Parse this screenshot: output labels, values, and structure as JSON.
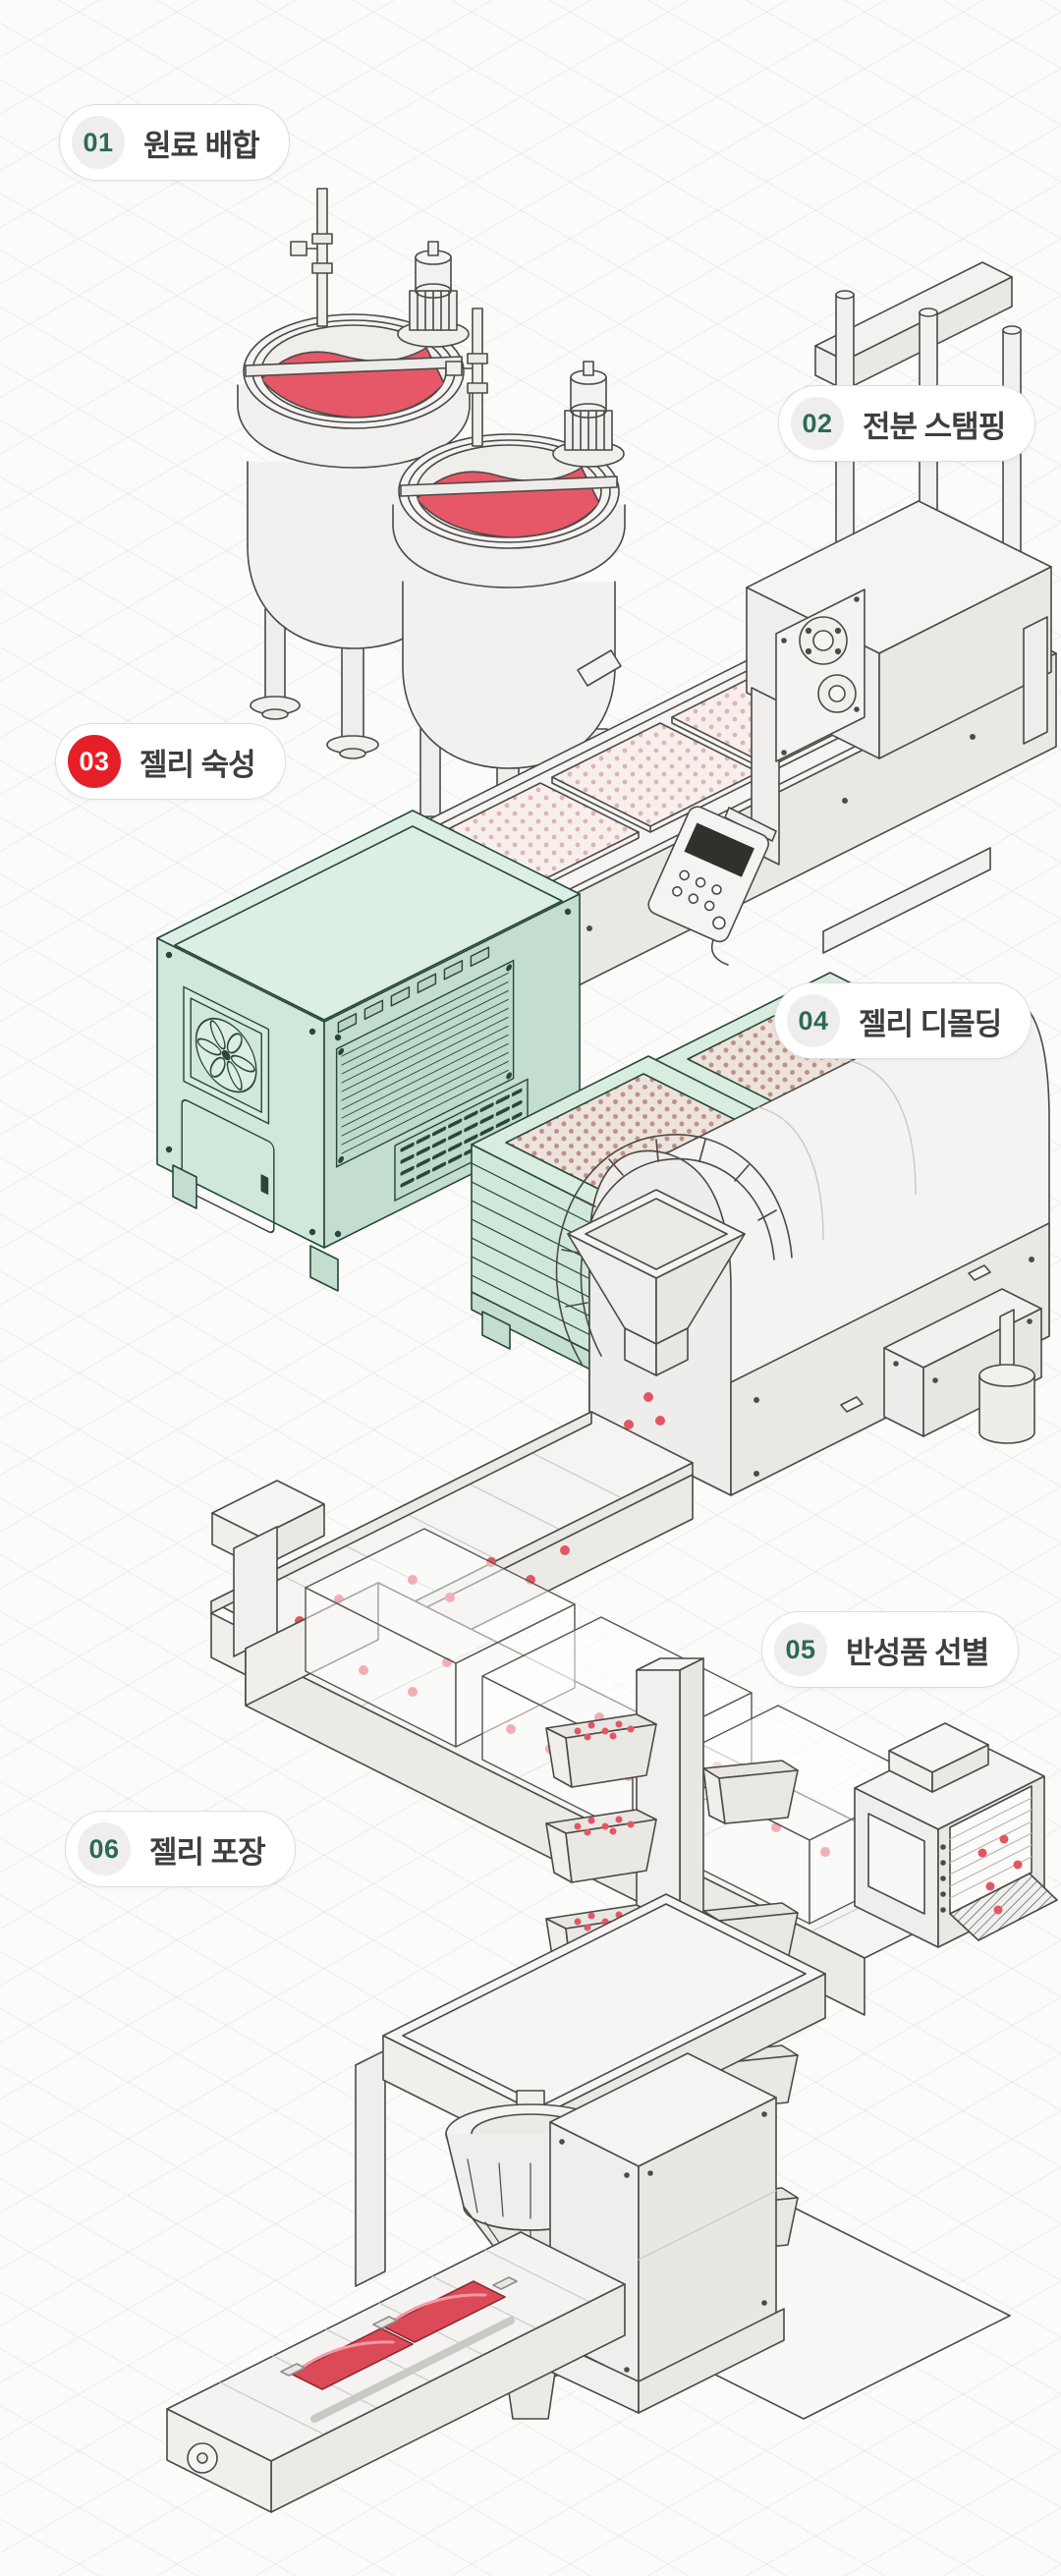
{
  "title": "Jelly factory process infographic",
  "steps": [
    {
      "number": "01",
      "label": "원료 배합",
      "active": false
    },
    {
      "number": "02",
      "label": "전분 스탬핑",
      "active": false
    },
    {
      "number": "03",
      "label": "젤리 숙성",
      "active": true
    },
    {
      "number": "04",
      "label": "젤리 디몰딩",
      "active": false
    },
    {
      "number": "05",
      "label": "반성품 선별",
      "active": false
    },
    {
      "number": "06",
      "label": "젤리 포장",
      "active": false
    }
  ],
  "colors": {
    "background": "#fbfbfa",
    "grid_line": "#e9e9e8",
    "pill_border": "#dedddb",
    "badge_background": "#efeeec",
    "badge_number_green": "#2c6b52",
    "active_badge_red": "#e61e28",
    "label_text": "#3e3e3c",
    "machine_stroke": "#4b4a45",
    "machine_fill": "#f2f1ef",
    "jelly_red": "#e25664",
    "pouch_red": "#dc4a58",
    "mint_fill": "#d0e8da",
    "mint_stroke": "#27473a"
  }
}
